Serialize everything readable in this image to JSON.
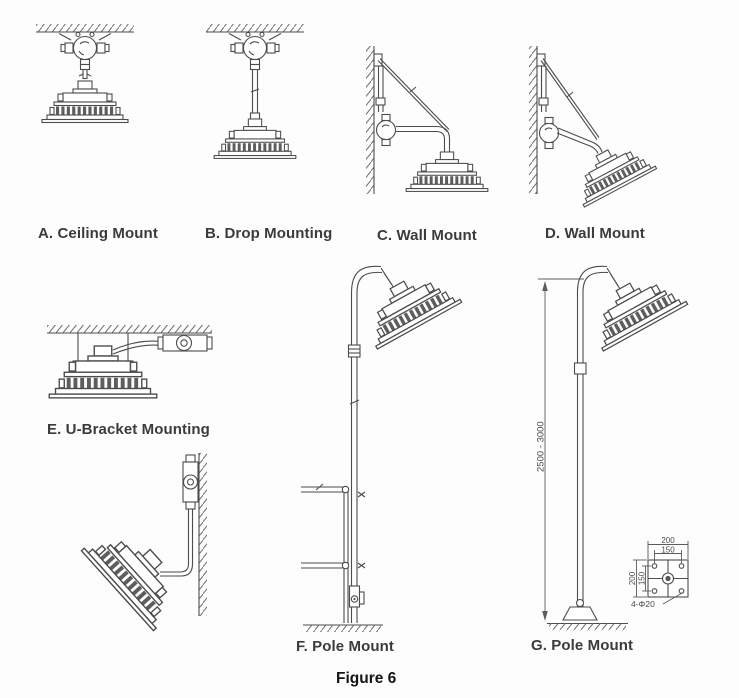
{
  "figure": {
    "caption": "Figure 6"
  },
  "mounts": {
    "a": {
      "label": "A. Ceiling Mount"
    },
    "b": {
      "label": "B. Drop Mounting"
    },
    "c": {
      "label": "C. Wall Mount"
    },
    "d": {
      "label": "D. Wall Mount"
    },
    "e": {
      "label": "E. U-Bracket Mounting"
    },
    "f": {
      "label": "F. Pole Mount"
    },
    "g": {
      "label": "G. Pole Mount"
    }
  },
  "dimensions": {
    "pole_height": "2500 - 3000",
    "plate_width_outer": "200",
    "plate_width_inner": "150",
    "plate_height_outer": "200",
    "plate_height_inner": "150",
    "holes": "4-Φ20"
  },
  "colors": {
    "line": "#4c4c4c",
    "label": "#3b3b3b",
    "caption": "#141414"
  }
}
